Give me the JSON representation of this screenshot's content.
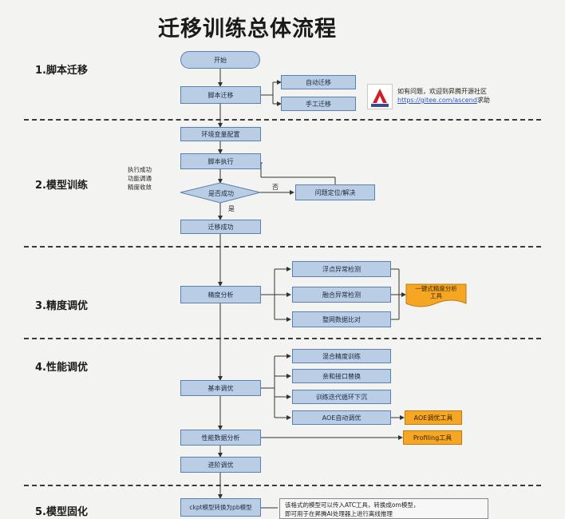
{
  "title": "迁移训练总体流程",
  "sections": {
    "s1": "1.脚本迁移",
    "s2": "2.模型训练",
    "s3": "3.精度调优",
    "s4": "4.性能调优",
    "s5": "5.模型固化"
  },
  "nodes": {
    "start": "开始",
    "script_migrate": "脚本迁移",
    "auto_migrate": "自动迁移",
    "manual_migrate": "手工迁移",
    "env_config": "环境变量配置",
    "script_exec": "脚本执行",
    "decision": "是否成功",
    "problem_fix": "问题定位/解决",
    "migrate_success": "迁移成功",
    "precision_analysis": "精度分析",
    "float_detect": "浮点异常检测",
    "fusion_detect": "融合异常检测",
    "whole_compare": "整网数据比对",
    "basic_tune": "基本调优",
    "mixed_precision": "混合精度训练",
    "affinity_replace": "亲和接口替换",
    "train_iter": "训练迭代循环下沉",
    "aoe_tune": "AOE自动调优",
    "perf_analysis": "性能数据分析",
    "advanced_tune": "进阶调优",
    "ckpt_convert": "ckpt模型转换为pb模型"
  },
  "tools": {
    "precision_tool_line1": "一键式精度分析",
    "precision_tool_line2": "工具",
    "aoe_tool": "AOE调优工具",
    "profiling_tool": "Profiling工具"
  },
  "labels": {
    "no": "否",
    "yes": "是",
    "notes": [
      "执行成功",
      "功能调通",
      "精度收敛"
    ]
  },
  "help": {
    "line1": "如有问题，欢迎到昇腾开源社区",
    "link": "https://gitee.com/ascend",
    "suffix": "求助"
  },
  "bottom_note": {
    "line1": "该格式的模型可以传入ATC工具，转换成om模型，",
    "line2": "即可用于在昇腾AI处理器上进行离线推理"
  },
  "colors": {
    "box_fill": "#b9cde5",
    "box_border": "#5b7fae",
    "tool_fill": "#f5a623",
    "link": "#2a55c8"
  }
}
